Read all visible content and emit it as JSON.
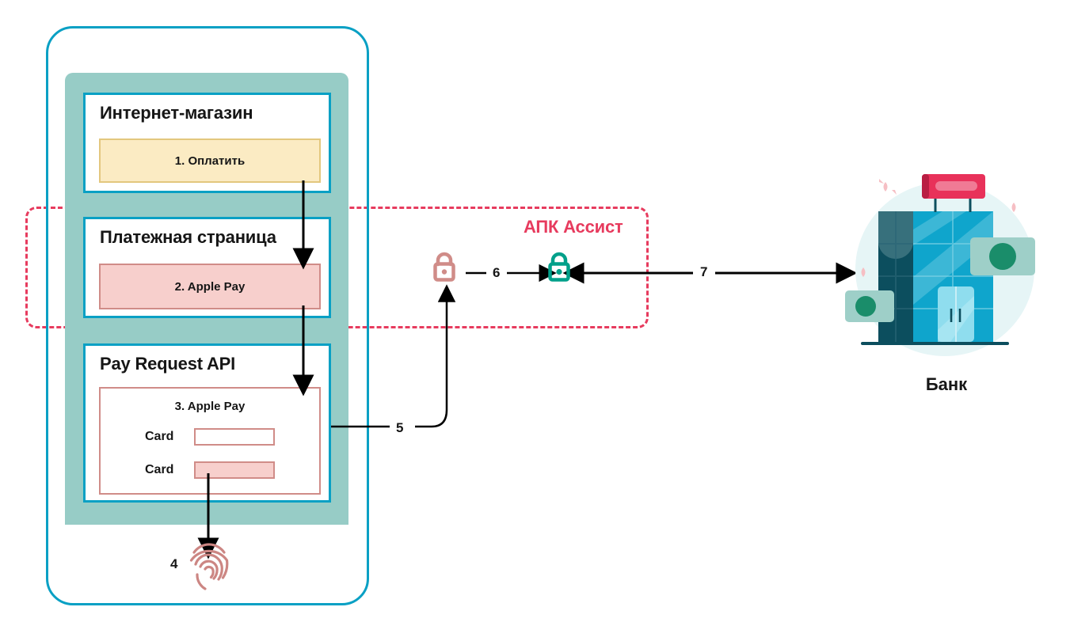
{
  "diagram": {
    "title_region_label": "АПК Ассист",
    "phone": {
      "cards": [
        {
          "title": "Интернет-магазин",
          "button_label": "1. Оплатить"
        },
        {
          "title": "Платежная страница",
          "button_label": "2. Apple Pay"
        },
        {
          "title": "Pay Request API",
          "form_title": "3. Apple Pay",
          "fields": [
            {
              "label": "Card",
              "value": "",
              "filled": false
            },
            {
              "label": "Card",
              "value": "",
              "filled": true
            }
          ]
        }
      ]
    },
    "steps": [
      {
        "id": "4",
        "label": "4",
        "target": "fingerprint-icon"
      },
      {
        "id": "5",
        "label": "5",
        "target": "closed-lock-icon"
      },
      {
        "id": "6",
        "label": "6",
        "target": "open-lock-icon"
      },
      {
        "id": "7",
        "label": "7",
        "target": "bank"
      }
    ],
    "icons": {
      "closed_lock": "closed-lock-icon",
      "open_lock": "open-lock-icon",
      "fingerprint": "fingerprint-icon",
      "bank": "bank-building-icon"
    },
    "bank": {
      "caption": "Банк"
    },
    "colors": {
      "phone_border": "#09A0C4",
      "screen_panel": "#97CCC6",
      "assist_dashed": "#E73B5E",
      "assist_label": "#E73B5E",
      "yellow_fill": "#FBEBC3",
      "yellow_border": "#E3C77E",
      "pink_fill": "#F7CFCC",
      "pink_border": "#D08C88",
      "closed_lock": "#D08C88",
      "open_lock": "#00A08A",
      "arrow": "#000000",
      "text": "#161616"
    }
  }
}
